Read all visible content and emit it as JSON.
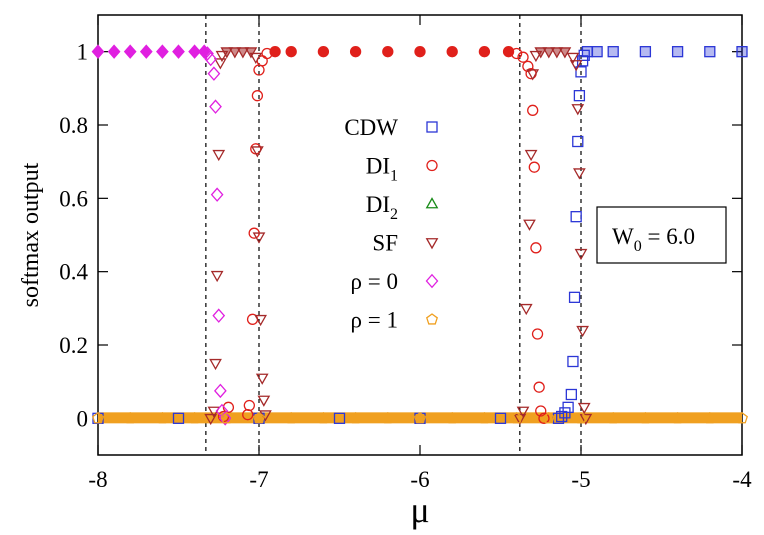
{
  "chart_data": {
    "type": "scatter",
    "xlabel": "μ",
    "ylabel": "softmax output",
    "xlim": [
      -8,
      -4
    ],
    "ylim": [
      -0.1,
      1.1
    ],
    "x_ticks": [
      -8,
      -7,
      -6,
      -5,
      -4
    ],
    "x_tick_labels": [
      "-8",
      "-7",
      "-6",
      "-5",
      "-4"
    ],
    "y_ticks": [
      0,
      0.2,
      0.4,
      0.6,
      0.8,
      1
    ],
    "y_tick_labels": [
      "0",
      "0.2",
      "0.4",
      "0.6",
      "0.8",
      "1"
    ],
    "grid": false,
    "legend_position": "center-left",
    "vlines": [
      -7.33,
      -7.0,
      -5.38,
      -5.0
    ],
    "annotation": {
      "base": "W",
      "sub": "0",
      "rest": " = 6.0"
    },
    "series": [
      {
        "name": "CDW",
        "label_base": "CDW",
        "label_sub": "",
        "marker": "square",
        "color": "#2b36d6",
        "points": [
          [
            -8.0,
            0
          ],
          [
            -7.5,
            0
          ],
          [
            -7.0,
            0
          ],
          [
            -6.5,
            0
          ],
          [
            -6.0,
            0
          ],
          [
            -5.5,
            0
          ],
          [
            -5.14,
            0.0
          ],
          [
            -5.12,
            0.005
          ],
          [
            -5.1,
            0.015
          ],
          [
            -5.08,
            0.03
          ],
          [
            -5.06,
            0.065
          ],
          [
            -5.05,
            0.155
          ],
          [
            -5.04,
            0.33
          ],
          [
            -5.03,
            0.55
          ],
          [
            -5.02,
            0.755
          ],
          [
            -5.01,
            0.88
          ],
          [
            -5.0,
            0.945
          ],
          [
            -4.99,
            0.975
          ],
          [
            -4.98,
            0.99
          ],
          [
            -4.96,
            1.0
          ],
          [
            -4.9,
            1.0
          ],
          [
            -4.8,
            1.0
          ],
          [
            -4.6,
            1.0
          ],
          [
            -4.4,
            1.0
          ],
          [
            -4.2,
            1.0
          ],
          [
            -4.0,
            1.0
          ]
        ]
      },
      {
        "name": "DI1",
        "label_base": "DI",
        "label_sub": "1",
        "marker": "circle",
        "color": "#e0201b",
        "points": [
          [
            -7.22,
            0.005
          ],
          [
            -7.19,
            0.03
          ],
          [
            -7.07,
            0.01
          ],
          [
            -7.06,
            0.035
          ],
          [
            -7.04,
            0.27
          ],
          [
            -7.03,
            0.505
          ],
          [
            -7.02,
            0.735
          ],
          [
            -7.01,
            0.88
          ],
          [
            -7.0,
            0.95
          ],
          [
            -6.98,
            0.975
          ],
          [
            -6.95,
            0.995
          ],
          [
            -6.9,
            1.0
          ],
          [
            -6.8,
            1.0
          ],
          [
            -6.6,
            1.0
          ],
          [
            -6.4,
            1.0
          ],
          [
            -6.2,
            1.0
          ],
          [
            -6.0,
            1.0
          ],
          [
            -5.8,
            1.0
          ],
          [
            -5.6,
            1.0
          ],
          [
            -5.45,
            1.0
          ],
          [
            -5.4,
            0.995
          ],
          [
            -5.36,
            0.985
          ],
          [
            -5.33,
            0.96
          ],
          [
            -5.31,
            0.94
          ],
          [
            -5.3,
            0.84
          ],
          [
            -5.29,
            0.685
          ],
          [
            -5.28,
            0.465
          ],
          [
            -5.27,
            0.23
          ],
          [
            -5.26,
            0.085
          ],
          [
            -5.25,
            0.02
          ],
          [
            -5.23,
            0.0
          ]
        ]
      },
      {
        "name": "DI2",
        "label_base": "DI",
        "label_sub": "2",
        "marker": "triangle-up",
        "color": "#1a8c1a",
        "points": []
      },
      {
        "name": "SF",
        "label_base": "SF",
        "label_sub": "",
        "marker": "triangle-down",
        "color": "#a52a2a",
        "points": [
          [
            -7.3,
            0.0
          ],
          [
            -7.28,
            0.02
          ],
          [
            -7.27,
            0.15
          ],
          [
            -7.26,
            0.39
          ],
          [
            -7.25,
            0.72
          ],
          [
            -7.24,
            0.97
          ],
          [
            -7.23,
            0.99
          ],
          [
            -7.2,
            1.0
          ],
          [
            -7.15,
            1.0
          ],
          [
            -7.1,
            1.0
          ],
          [
            -7.05,
            1.0
          ],
          [
            -7.02,
            0.985
          ],
          [
            -7.01,
            0.73
          ],
          [
            -7.0,
            0.495
          ],
          [
            -6.99,
            0.27
          ],
          [
            -6.98,
            0.11
          ],
          [
            -6.97,
            0.05
          ],
          [
            -6.96,
            0.01
          ],
          [
            -5.38,
            0.0
          ],
          [
            -5.36,
            0.02
          ],
          [
            -5.34,
            0.3
          ],
          [
            -5.32,
            0.53
          ],
          [
            -5.31,
            0.72
          ],
          [
            -5.3,
            0.94
          ],
          [
            -5.28,
            0.99
          ],
          [
            -5.25,
            1.0
          ],
          [
            -5.2,
            1.0
          ],
          [
            -5.15,
            1.0
          ],
          [
            -5.1,
            1.0
          ],
          [
            -5.05,
            0.985
          ],
          [
            -5.03,
            0.965
          ],
          [
            -5.02,
            0.845
          ],
          [
            -5.01,
            0.67
          ],
          [
            -5.0,
            0.45
          ],
          [
            -4.99,
            0.24
          ],
          [
            -4.98,
            0.03
          ],
          [
            -4.97,
            0.0
          ]
        ]
      },
      {
        "name": "rho0",
        "label_base": "ρ = 0",
        "label_sub": "",
        "marker": "diamond",
        "color": "#e020e0",
        "points": [
          [
            -8.0,
            1.0
          ],
          [
            -7.9,
            1.0
          ],
          [
            -7.8,
            1.0
          ],
          [
            -7.7,
            1.0
          ],
          [
            -7.6,
            1.0
          ],
          [
            -7.5,
            1.0
          ],
          [
            -7.4,
            1.0
          ],
          [
            -7.34,
            1.0
          ],
          [
            -7.32,
            0.995
          ],
          [
            -7.3,
            0.98
          ],
          [
            -7.28,
            0.94
          ],
          [
            -7.27,
            0.85
          ],
          [
            -7.26,
            0.61
          ],
          [
            -7.25,
            0.28
          ],
          [
            -7.24,
            0.075
          ],
          [
            -7.23,
            0.02
          ],
          [
            -7.21,
            0.0
          ]
        ]
      },
      {
        "name": "rho1",
        "label_base": "ρ = 1",
        "label_sub": "",
        "marker": "pentagon",
        "color": "#f0a020",
        "points": [
          [
            -8.0,
            0
          ],
          [
            -7.8,
            0
          ],
          [
            -7.6,
            0
          ],
          [
            -7.4,
            0
          ],
          [
            -7.2,
            0
          ],
          [
            -7.0,
            0
          ],
          [
            -6.8,
            0
          ],
          [
            -6.6,
            0
          ],
          [
            -6.4,
            0
          ],
          [
            -6.2,
            0
          ],
          [
            -6.0,
            0
          ],
          [
            -5.8,
            0
          ],
          [
            -5.6,
            0
          ],
          [
            -5.4,
            0
          ],
          [
            -5.2,
            0
          ],
          [
            -5.0,
            0
          ],
          [
            -4.8,
            0
          ],
          [
            -4.6,
            0
          ],
          [
            -4.4,
            0
          ],
          [
            -4.2,
            0
          ],
          [
            -4.0,
            0
          ]
        ]
      }
    ]
  }
}
